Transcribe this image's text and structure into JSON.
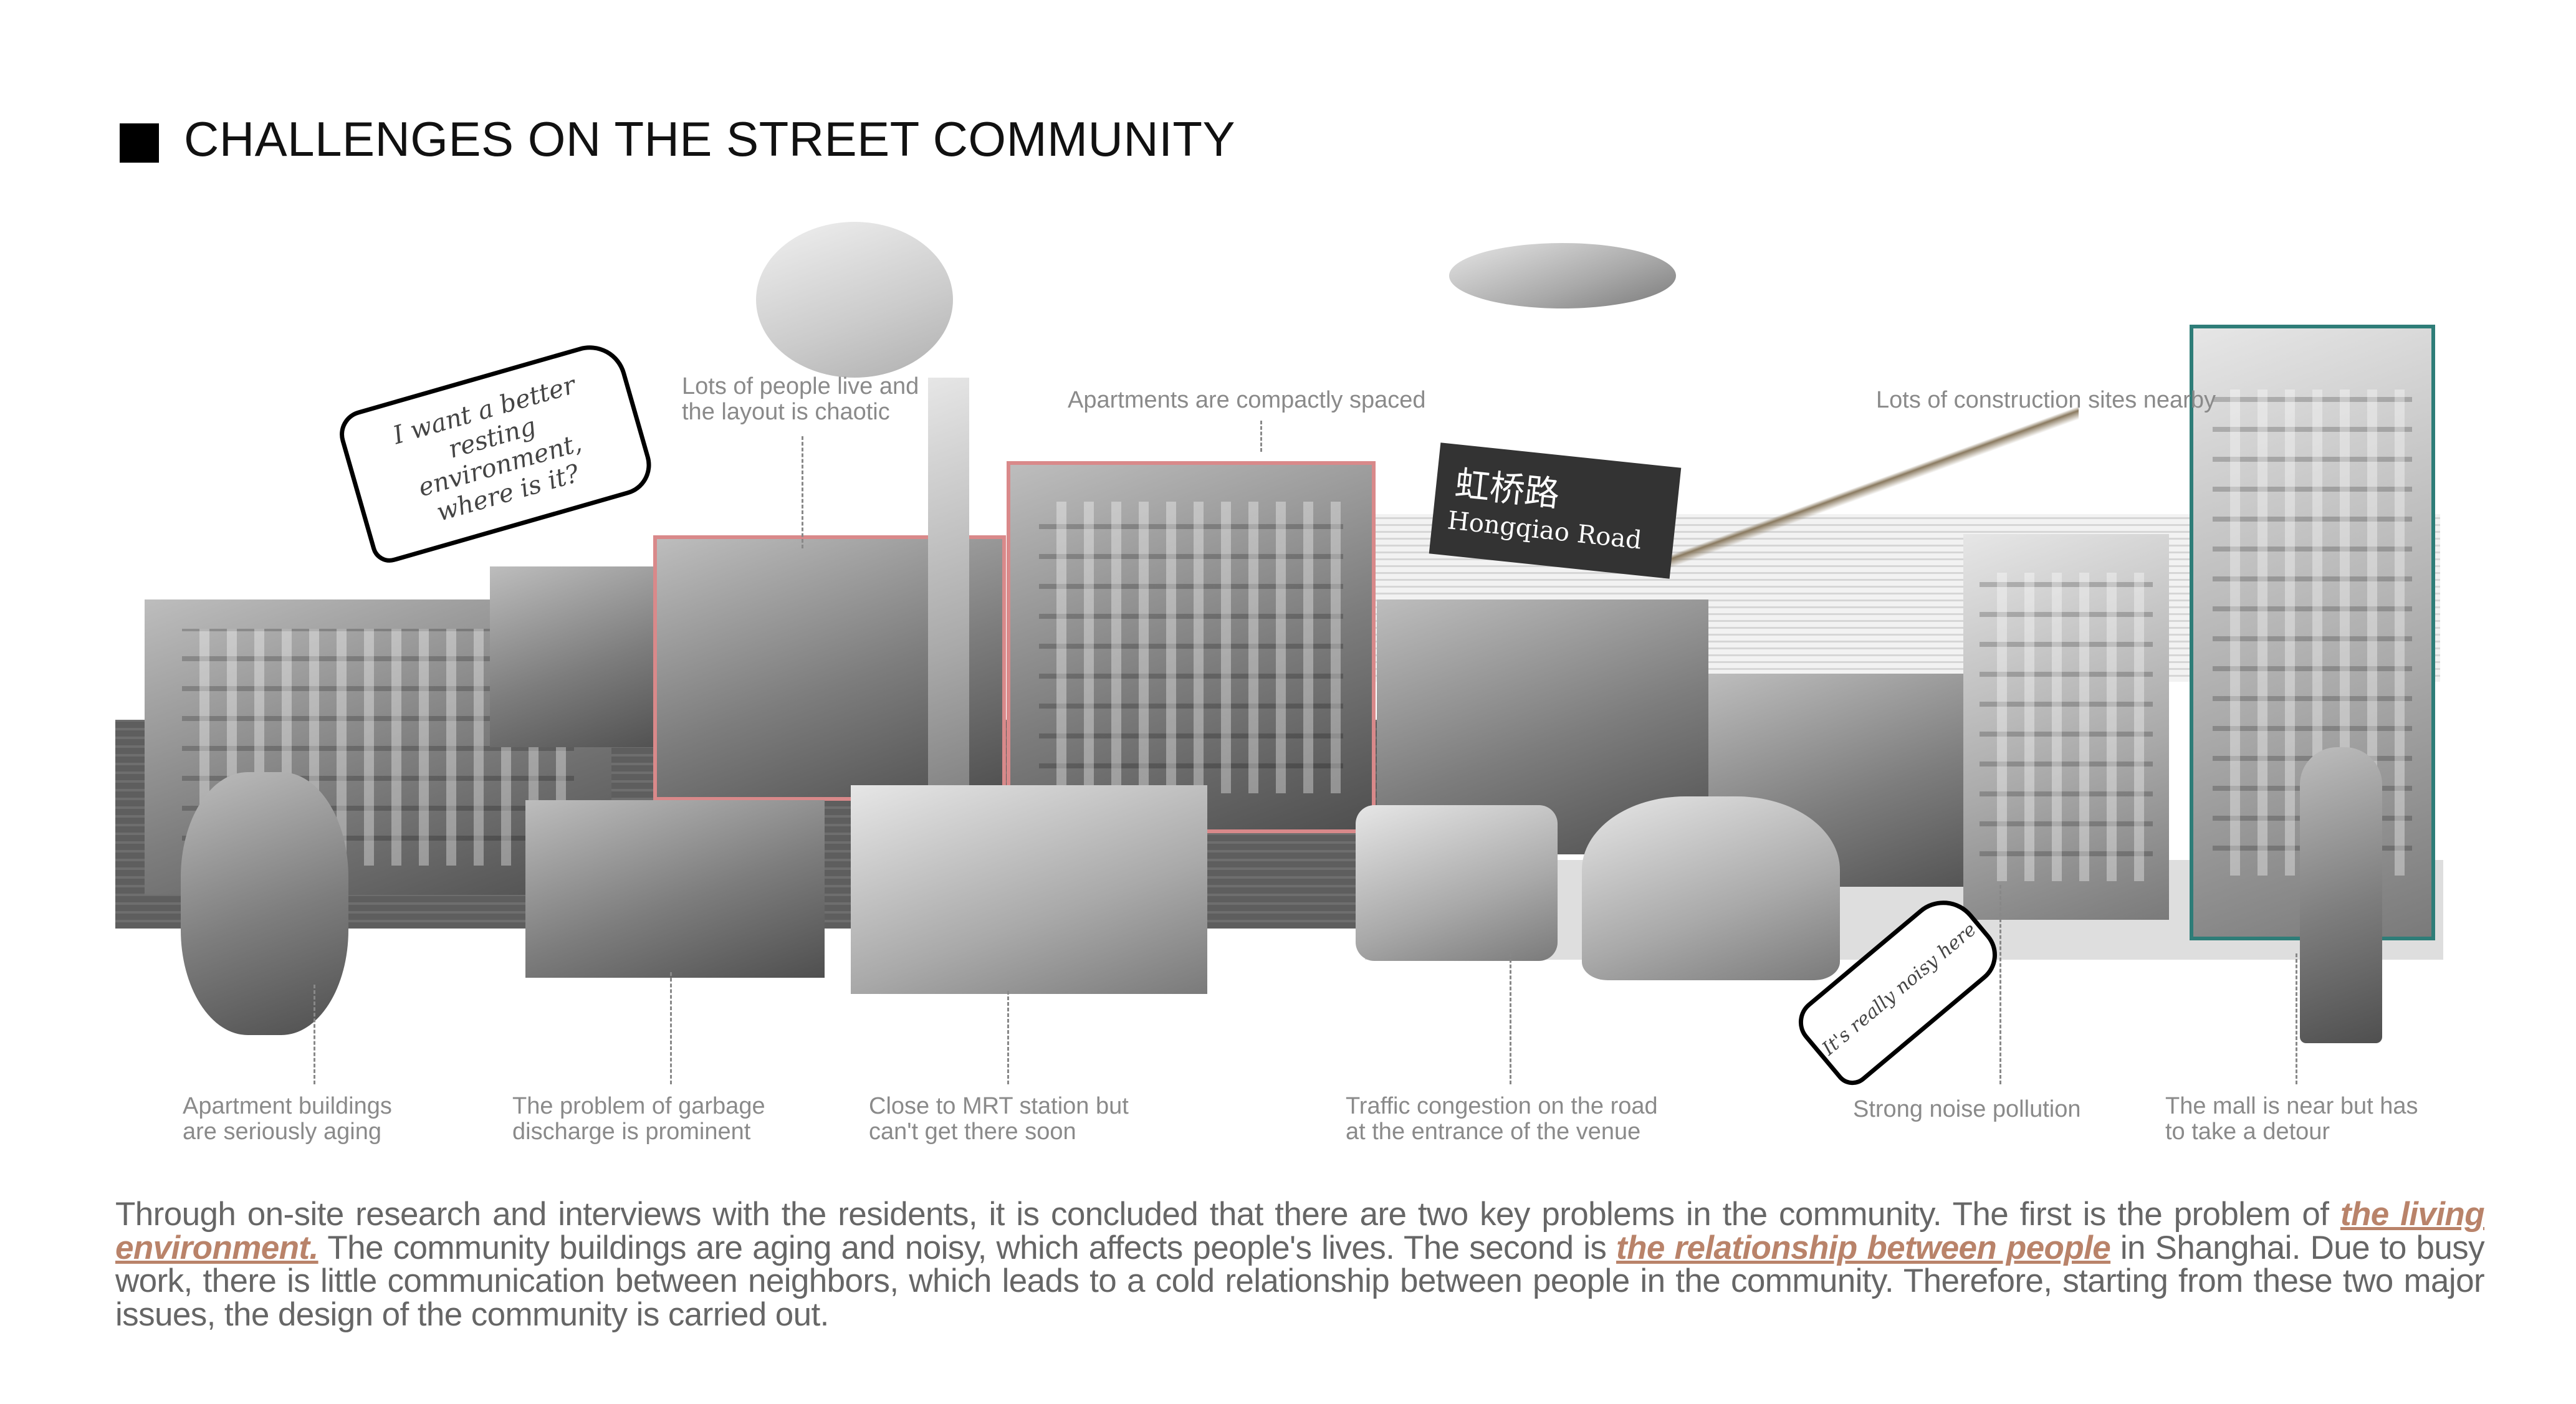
{
  "title": "CHALLENGES ON THE STREET COMMUNITY",
  "top_labels": {
    "people_layout": "Lots of people live and\nthe layout is chaotic",
    "apartments": "Apartments are compactly spaced",
    "construction": "Lots of construction sites nearby"
  },
  "bottom_labels": {
    "aging": "Apartment buildings\nare seriously aging",
    "garbage": "The problem of garbage\ndischarge is prominent",
    "mrt": "Close to MRT station but\ncan't get there soon",
    "traffic": "Traffic congestion on the road\nat the entrance of the venue",
    "noise": "Strong noise pollution",
    "mall": "The mall is near but has\nto take a detour"
  },
  "bubbles": {
    "resting": "I want a better resting environment, where is it?",
    "noisy": "It's really noisy here"
  },
  "sign": {
    "chinese": "虹桥路",
    "english": "Hongqiao Road"
  },
  "paragraph": {
    "part1": "Through on-site research and interviews with the residents, it is concluded that there are two key problems in the community. The first is the problem of ",
    "highlight1": "the living environment.",
    "part2": " The community buildings are aging and noisy, which affects people's lives. The second is ",
    "highlight2": "the relationship between people",
    "part3": " in Shanghai. Due to busy work, there is little communication between neighbors, which leads to a cold relationship between people in the community. Therefore, starting from these two major issues, the design of the community is carried out."
  },
  "colors": {
    "accent": "#b9836a",
    "outline_pink": "#d9898a",
    "outline_teal": "#2e7d78"
  }
}
